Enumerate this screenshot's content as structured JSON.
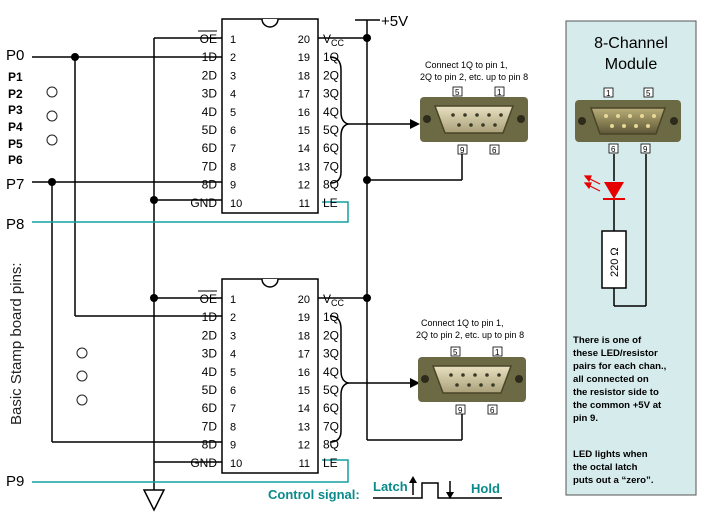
{
  "power": {
    "label": "+5V"
  },
  "side_label": "Basic Stamp board  pins:",
  "pins": {
    "p0": "P0",
    "p1": "P1",
    "p2": "P2",
    "p3": "P3",
    "p4": "P4",
    "p5": "P5",
    "p6": "P6",
    "p7": "P7",
    "p8": "P8",
    "p9": "P9"
  },
  "chip": {
    "left_pins": [
      {
        "name": "OE",
        "num": "1"
      },
      {
        "name": "1D",
        "num": "2"
      },
      {
        "name": "2D",
        "num": "3"
      },
      {
        "name": "3D",
        "num": "4"
      },
      {
        "name": "4D",
        "num": "5"
      },
      {
        "name": "5D",
        "num": "6"
      },
      {
        "name": "6D",
        "num": "7"
      },
      {
        "name": "7D",
        "num": "8"
      },
      {
        "name": "8D",
        "num": "9"
      },
      {
        "name": "GND",
        "num": "10"
      }
    ],
    "right_pins": [
      {
        "name": "VCC",
        "num": "20"
      },
      {
        "name": "1Q",
        "num": "19"
      },
      {
        "name": "2Q",
        "num": "18"
      },
      {
        "name": "3Q",
        "num": "17"
      },
      {
        "name": "4Q",
        "num": "16"
      },
      {
        "name": "5Q",
        "num": "15"
      },
      {
        "name": "6Q",
        "num": "14"
      },
      {
        "name": "7Q",
        "num": "13"
      },
      {
        "name": "8Q",
        "num": "12"
      },
      {
        "name": "LE",
        "num": "11"
      }
    ]
  },
  "connector_note": {
    "line1": "Connect 1Q to pin 1,",
    "line2": "2Q to pin 2, etc. up to pin 8"
  },
  "connector_pins": {
    "a": "5",
    "b": "1",
    "c": "9",
    "d": "6"
  },
  "control": {
    "label": "Control signal:",
    "latch": "Latch",
    "hold": "Hold"
  },
  "module": {
    "title_line1": "8-Channel",
    "title_line2": "Module",
    "resistor": "220 Ω",
    "note1": [
      "There is one of",
      "these LED/resistor",
      "pairs for each chan.,",
      "all connected on",
      "the resistor side to",
      "the common +5V at",
      "pin 9."
    ],
    "note2": [
      "LED lights when",
      "the octal latch",
      "puts out a “zero”."
    ],
    "colors": {
      "panel_bg": "#d6ebec",
      "led": "#e60000",
      "wire_teal": "#14a0a0",
      "control_text": "#0a8a8a"
    }
  }
}
